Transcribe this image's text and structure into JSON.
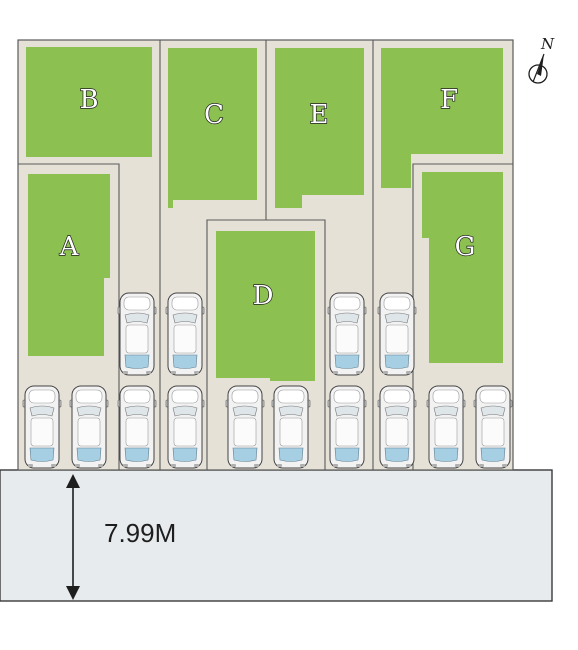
{
  "diagram": {
    "lots": [
      {
        "id": "A",
        "label": "A"
      },
      {
        "id": "B",
        "label": "B"
      },
      {
        "id": "C",
        "label": "C"
      },
      {
        "id": "D",
        "label": "D"
      },
      {
        "id": "E",
        "label": "E"
      },
      {
        "id": "F",
        "label": "F"
      },
      {
        "id": "G",
        "label": "G"
      }
    ],
    "road": {
      "width_label": "7.99M"
    },
    "north": {
      "label": "N"
    },
    "colors": {
      "ground": "#e6e1d7",
      "building": "#8cc152",
      "road": "#e8ebed",
      "line": "#5a5a5a",
      "car_body": "#f2f2f2",
      "car_glass": "#a6cfe4"
    }
  }
}
